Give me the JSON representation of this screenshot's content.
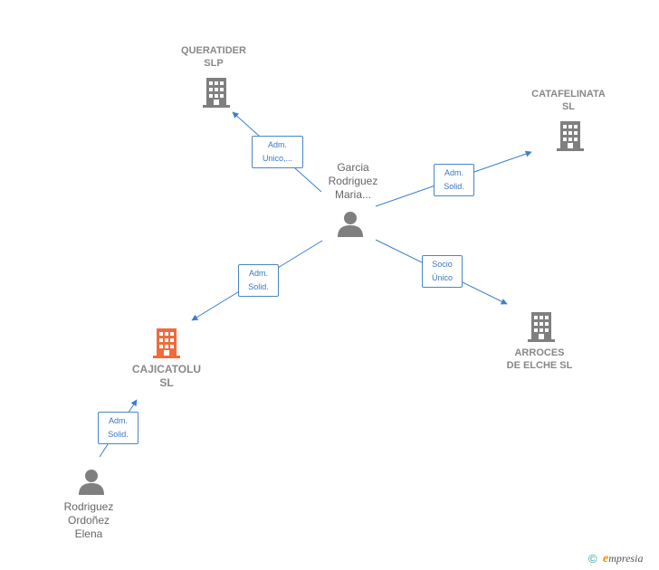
{
  "colors": {
    "company": "#7f7f7f",
    "main_company": "#f26a3a",
    "person": "#7f7f7f",
    "edge": "#3a7fd0",
    "label_text": "#3a78c0"
  },
  "nodes": {
    "queratider": {
      "line1": "QUERATIDER",
      "line2": "SLP",
      "icon": "building-icon"
    },
    "catafelinata": {
      "line1": "CATAFELINATA",
      "line2": "SL",
      "icon": "building-icon"
    },
    "arroces": {
      "line1": "ARROCES",
      "line2": "DE ELCHE SL",
      "icon": "building-icon"
    },
    "cajicatolu": {
      "line1": "CAJICATOLU",
      "line2": "SL",
      "icon": "building-icon"
    },
    "garcia": {
      "line1": "Garcia",
      "line2": "Rodriguez",
      "line3": "Maria...",
      "icon": "person-icon"
    },
    "rodriguez": {
      "line1": "Rodriguez",
      "line2": "Ordoñez",
      "line3": "Elena",
      "icon": "person-icon"
    }
  },
  "relations": {
    "to_queratider": {
      "line1": "Adm.",
      "line2": "Unico,..."
    },
    "to_catafelinata": {
      "line1": "Adm.",
      "line2": "Solid."
    },
    "to_arroces": {
      "line1": "Socio",
      "line2": "Único"
    },
    "garcia_to_cajicatolu": {
      "line1": "Adm.",
      "line2": "Solid."
    },
    "rodriguez_to_cajicatolu": {
      "line1": "Adm.",
      "line2": "Solid."
    }
  },
  "footer": {
    "copyright": "©",
    "brand_e": "e",
    "brand_rest": "mpresia"
  }
}
